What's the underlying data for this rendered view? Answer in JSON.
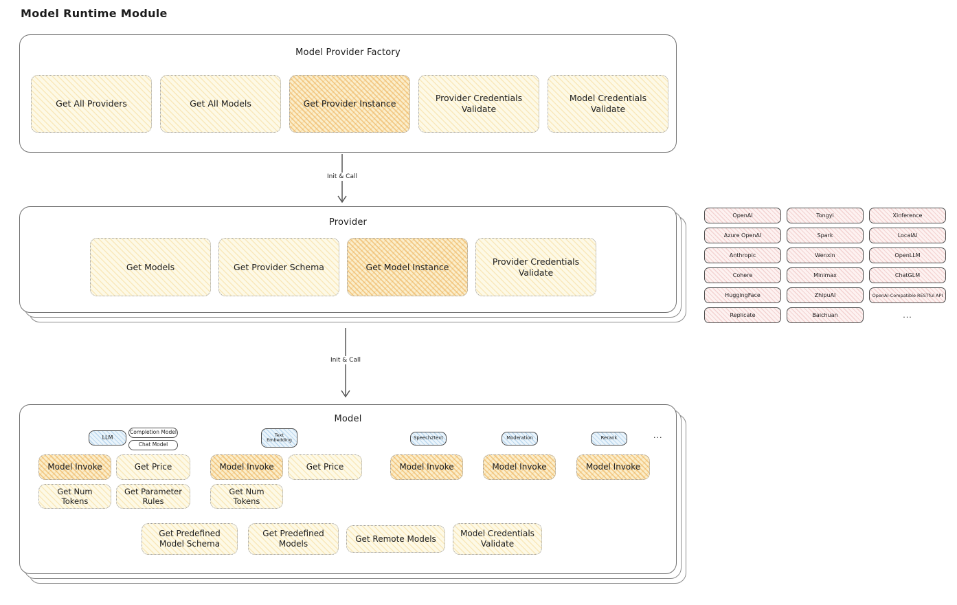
{
  "page": {
    "title": "Model Runtime Module"
  },
  "colors": {
    "yellow_fill": "#fdf9e6",
    "orange_highlight_fill": "#fbeecb",
    "pink_fill": "#fdf2f1",
    "blue_fill": "#eaf4fb",
    "stroke": "#1b1b1b"
  },
  "factory": {
    "title": "Model Provider Factory",
    "items": [
      {
        "label": "Get All Providers",
        "highlight": false
      },
      {
        "label": "Get All Models",
        "highlight": false
      },
      {
        "label": "Get Provider Instance",
        "highlight": true
      },
      {
        "label": "Provider Credentials Validate",
        "highlight": false
      },
      {
        "label": "Model Credentials Validate",
        "highlight": false
      }
    ]
  },
  "arrows": [
    {
      "label": "Init & Call"
    },
    {
      "label": "Init & Call"
    }
  ],
  "provider": {
    "title": "Provider",
    "items": [
      {
        "label": "Get Models",
        "highlight": false
      },
      {
        "label": "Get Provider Schema",
        "highlight": false
      },
      {
        "label": "Get Model Instance",
        "highlight": true
      },
      {
        "label": "Provider Credentials Validate",
        "highlight": false
      }
    ]
  },
  "providers_grid": {
    "items": [
      "OpenAI",
      "Tongyi",
      "Xinference",
      "Azure OpenAI",
      "Spark",
      "LocalAI",
      "Anthropic",
      "Wenxin",
      "OpenLLM",
      "Cohere",
      "Minimax",
      "ChatGLM",
      "HuggingFace",
      "ZhipuAI",
      "OpenAI-Compatible RESTful API",
      "Replicate",
      "Baichuan"
    ],
    "more_label": "..."
  },
  "model": {
    "title": "Model",
    "tabs": [
      "LLM",
      "Completion Model",
      "Chat Model",
      "Text Embedding",
      "Speech2text",
      "Moderation",
      "Rerank"
    ],
    "more_label": "...",
    "llm": {
      "invoke": "Model Invoke",
      "get_price": "Get Price",
      "get_num_tokens": "Get Num Tokens",
      "get_parameter_rules": "Get Parameter Rules"
    },
    "text_embedding": {
      "invoke": "Model Invoke",
      "get_price": "Get Price",
      "get_num_tokens": "Get Num Tokens"
    },
    "speech2text": {
      "invoke": "Model Invoke"
    },
    "moderation": {
      "invoke": "Model Invoke"
    },
    "rerank": {
      "invoke": "Model Invoke"
    },
    "common": [
      "Get Predefined Model Schema",
      "Get Predefined Models",
      "Get Remote Models",
      "Model Credentials Validate"
    ]
  }
}
